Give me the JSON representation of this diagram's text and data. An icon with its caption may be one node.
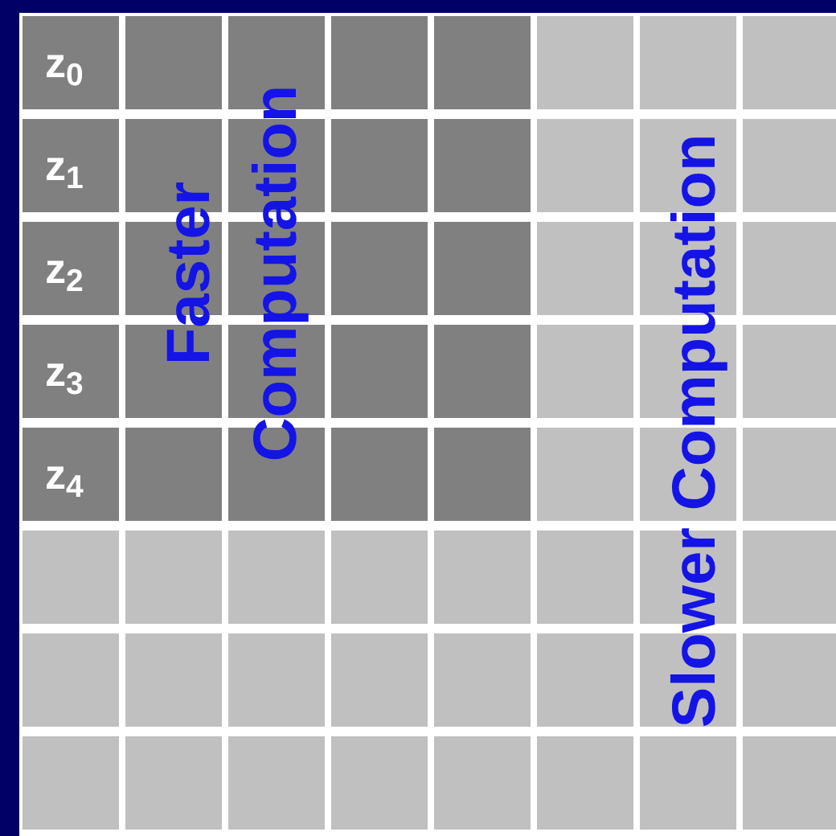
{
  "diagram": {
    "nodes": [
      {
        "text": [
          "z$_{0}$"
        ]
      },
      {
        "text": [],
        "shape": "box"
      },
      {
        "text": [],
        "shape": "box"
      },
      {
        "text": [],
        "shape": "box"
      },
      {
        "text": [],
        "shape": "box"
      },
      {
        "text": [],
        "shape": "box"
      },
      {
        "text": [],
        "shape": "box"
      },
      {
        "text": [],
        "shape": "box"
      },
      {
        "text": [
          "z$_{1}$"
        ]
      },
      {
        "text": [],
        "shape": "box"
      },
      {
        "text": [],
        "shape": "box"
      },
      {
        "text": [],
        "shape": "box"
      },
      {
        "text": [],
        "shape": "box"
      },
      {
        "text": [],
        "shape": "box"
      },
      {
        "text": [],
        "shape": "box"
      },
      {
        "text": [],
        "shape": "box"
      },
      {
        "text": [
          "z$_{2}$"
        ]
      },
      {
        "text": [],
        "shape": "box"
      },
      {
        "text": [],
        "shape": "box"
      },
      {
        "text": [],
        "shape": "box"
      },
      {
        "text": [],
        "shape": "box"
      },
      {
        "text": [],
        "shape": "box"
      },
      {
        "text": [],
        "shape": "box"
      },
      {
        "text": [],
        "shape": "box"
      },
      {
        "text": [
          "z$_{3}$"
        ]
      },
      {
        "text": [],
        "shape": "box"
      },
      {
        "text": [],
        "shape": "box"
      },
      {
        "text": [],
        "shape": "box"
      },
      {
        "text": [],
        "shape": "box"
      },
      {
        "text": [],
        "shape": "box"
      },
      {
        "text": [],
        "shape": "box"
      },
      {
        "text": [],
        "shape": "box"
      },
      {
        "text": [
          "z$_{4}$"
        ]
      },
      {
        "text": [],
        "shape": "box"
      },
      {
        "text": [],
        "shape": "box"
      },
      {
        "text": [],
        "shape": "box"
      },
      {
        "text": [],
        "shape": "box"
      },
      {
        "text": [],
        "shape": "box"
      },
      {
        "text": [],
        "shape": "box"
      },
      {
        "text": [],
        "shape": "box"
      },
      {
        "text": [],
        "shape": "box"
      },
      {
        "text": [],
        "shape": "box"
      },
      {
        "text": [],
        "shape": "box"
      },
      {
        "text": [],
        "shape": "box"
      },
      {
        "text": [],
        "shape": "box"
      },
      {
        "text": [],
        "shape": "box"
      },
      {
        "text": [],
        "shape": "box"
      },
      {
        "text": [],
        "shape": "box"
      },
      {
        "text": [],
        "shape": "box"
      },
      {
        "text": [],
        "shape": "box"
      },
      {
        "text": [],
        "shape": "box"
      },
      {
        "text": [],
        "shape": "box"
      },
      {
        "text": [],
        "shape": "box"
      },
      {
        "text": [],
        "shape": "box"
      },
      {
        "text": [],
        "shape": "box"
      },
      {
        "text": [],
        "shape": "box"
      },
      {
        "text": [],
        "shape": "box"
      },
      {
        "text": [],
        "shape": "box"
      },
      {
        "text": [],
        "shape": "box"
      },
      {
        "text": [],
        "shape": "box"
      },
      {
        "text": [],
        "shape": "box"
      },
      {
        "text": [],
        "shape": "box"
      },
      {
        "text": [],
        "shape": "box"
      },
      {
        "text": [],
        "shape": "box"
      }
    ],
    "labels": [
      "Faster Computation",
      "Slower Computation"
    ]
  }
}
